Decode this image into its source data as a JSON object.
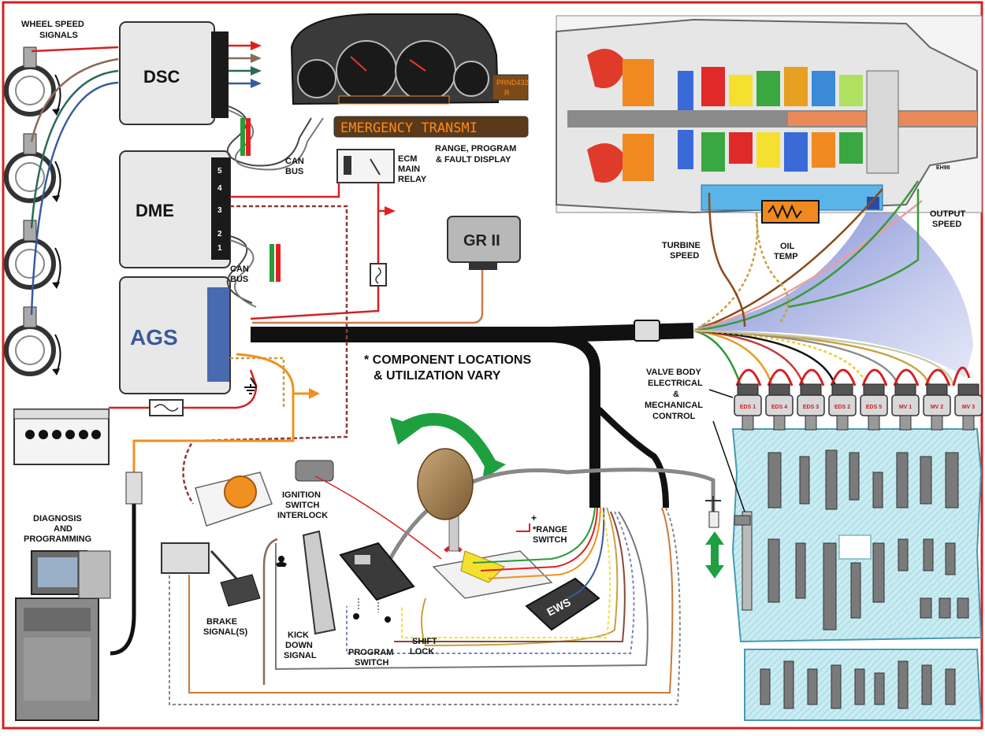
{
  "modules": {
    "dsc": "DSC",
    "dme": "DME",
    "ags": "AGS",
    "gr2": "GR II",
    "ews": "EWS",
    "dme_pins": [
      "5",
      "4",
      "3",
      "2",
      "1"
    ]
  },
  "labels": {
    "wheel_speed": [
      "WHEEL SPEED",
      "SIGNALS"
    ],
    "can_bus_1": [
      "CAN",
      "BUS"
    ],
    "can_bus_2": [
      "CAN",
      "BUS"
    ],
    "ecm_relay": [
      "ECM",
      "MAIN",
      "RELAY"
    ],
    "range_display": [
      "RANGE, PROGRAM",
      "& FAULT DISPLAY"
    ],
    "turbine_speed": [
      "TURBINE",
      "SPEED"
    ],
    "oil_temp": [
      "OIL",
      "TEMP"
    ],
    "output_speed": [
      "OUTPUT",
      "SPEED"
    ],
    "component_note": [
      "* COMPONENT LOCATIONS",
      "& UTILIZATION VARY"
    ],
    "valve_body": [
      "VALVE BODY",
      "ELECTRICAL",
      "&",
      "MECHANICAL",
      "CONTROL"
    ],
    "diagnosis": [
      "DIAGNOSIS",
      "AND",
      "PROGRAMMING"
    ],
    "ignition": [
      "IGNITION",
      "SWITCH",
      "INTERLOCK"
    ],
    "range_switch": [
      "*RANGE",
      "SWITCH"
    ],
    "brake_signal": [
      "BRAKE",
      "SIGNAL(S)"
    ],
    "kick_down": [
      "KICK",
      "DOWN",
      "SIGNAL"
    ],
    "program_switch": [
      "PROGRAM",
      "SWITCH"
    ],
    "shift_lock": [
      "SHIFT",
      "LOCK"
    ],
    "eh98": "EH98"
  },
  "cluster": {
    "led_text": "EMERGENCY TRANSMI",
    "gear_display": [
      "PRND432",
      "R"
    ]
  },
  "solenoids": [
    "EDS 1",
    "EDS 4",
    "EDS 3",
    "EDS 2",
    "EDS 5",
    "MV 1",
    "MV 2",
    "MV 3"
  ],
  "colors": {
    "frame": "#d42020",
    "power": "#e02020",
    "harness": "#111111",
    "can_green": "#2a9a3a",
    "orange": "#f09020",
    "blue_fan": "#8a98d8",
    "valve_body": "#c9ecf2",
    "arrow_green": "#1fa040",
    "led": "#ff8a1a"
  }
}
